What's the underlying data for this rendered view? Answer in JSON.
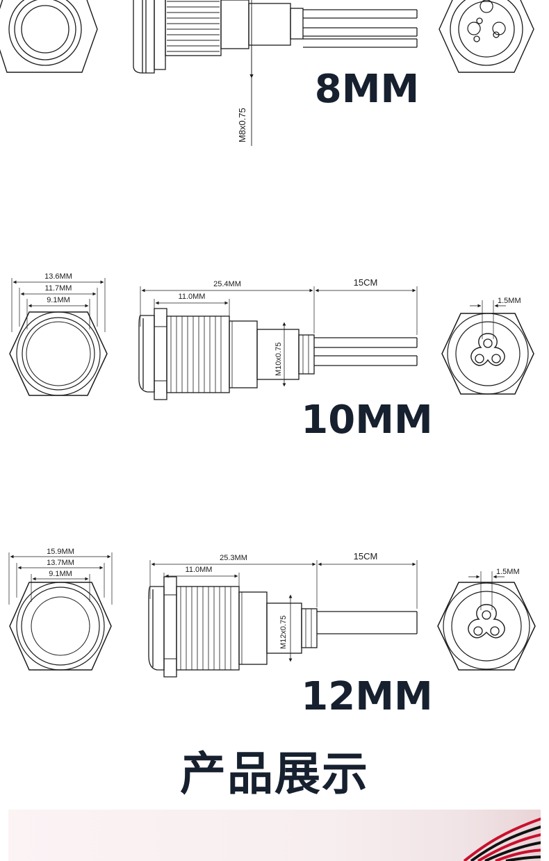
{
  "sections": [
    {
      "size_label": "8MM",
      "thread_label": "M8x0.75"
    },
    {
      "size_label": "10MM",
      "thread_label": "M10x0.75",
      "front_outer": "13.6MM",
      "front_middle": "11.7MM",
      "front_inner": "9.1MM",
      "total_length": "25.4MM",
      "thread_length": "11.0MM",
      "cable_length": "15CM",
      "pin_width": "1.5MM"
    },
    {
      "size_label": "12MM",
      "thread_label": "M12x0.75",
      "front_outer": "15.9MM",
      "front_middle": "13.7MM",
      "front_inner": "9.1MM",
      "total_length": "25.3MM",
      "thread_length": "11.0MM",
      "cable_length": "15CM",
      "pin_width": "1.5MM"
    }
  ],
  "product_display_title": "产品展示",
  "colors": {
    "line": "#1a1a1a",
    "heading": "#16202e",
    "photo_bg": "#f7eeef",
    "wire_red": "#c8102e",
    "wire_black": "#111111"
  }
}
